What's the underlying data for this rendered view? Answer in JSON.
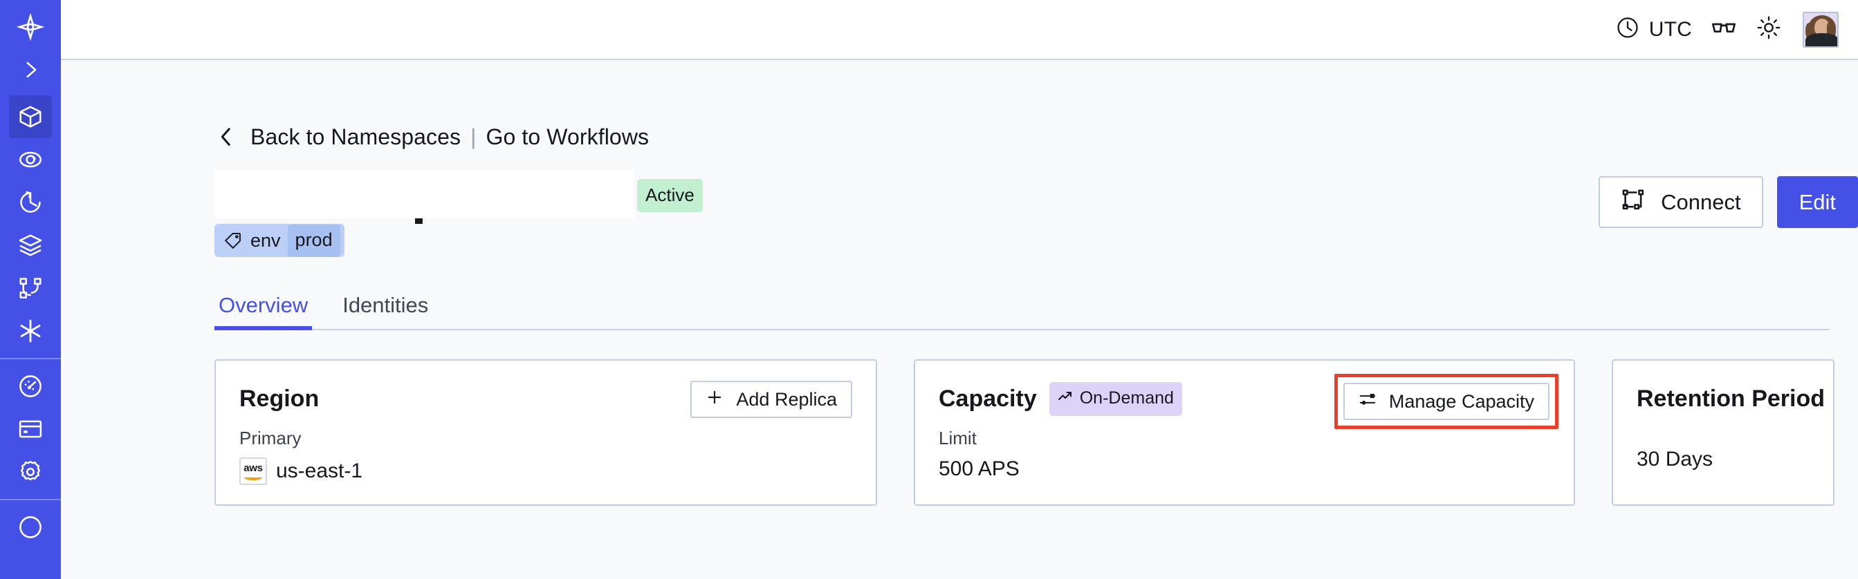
{
  "sidebar": {
    "items": [
      {
        "name": "logo",
        "icon": "temporal-logo-icon",
        "active": false
      },
      {
        "name": "expand",
        "icon": "chevron-right-icon",
        "active": false
      },
      {
        "name": "namespaces",
        "icon": "cube-icon",
        "active": true
      },
      {
        "name": "observability",
        "icon": "eye-icon",
        "active": false
      },
      {
        "name": "schedules",
        "icon": "clock-rewind-icon",
        "active": false
      },
      {
        "name": "stack",
        "icon": "layers-icon",
        "active": false
      },
      {
        "name": "workflows",
        "icon": "git-branch-icon",
        "active": false
      },
      {
        "name": "nexus",
        "icon": "asterisk-icon",
        "active": false
      },
      {
        "name": "usage",
        "icon": "gauge-icon",
        "active": false
      },
      {
        "name": "billing",
        "icon": "credit-card-icon",
        "active": false
      },
      {
        "name": "settings",
        "icon": "gear-icon",
        "active": false
      }
    ]
  },
  "topbar": {
    "timezone_label": "UTC",
    "timezone_icon": "clock-icon",
    "accessibility_icon": "glasses-icon",
    "theme_icon": "sun-icon",
    "avatar_icon": "user-avatar"
  },
  "breadcrumb": {
    "back_icon": "chevron-left-icon",
    "back_label": "Back to Namespaces",
    "separator": "|",
    "forward_label": "Go to Workflows"
  },
  "namespace": {
    "title": "",
    "status_badge": "Active",
    "tag": {
      "icon": "tag-icon",
      "key": "env",
      "value": "prod"
    }
  },
  "actions": {
    "connect_label": "Connect",
    "connect_icon": "connect-flow-icon",
    "edit_label": "Edit"
  },
  "tabs": [
    {
      "label": "Overview",
      "active": true
    },
    {
      "label": "Identities",
      "active": false
    }
  ],
  "cards": {
    "region": {
      "title": "Region",
      "action_label": "Add Replica",
      "action_icon": "plus-icon",
      "sublabel": "Primary",
      "provider_icon": "aws-logo-icon",
      "provider_text": "aws",
      "value": "us-east-1"
    },
    "capacity": {
      "title": "Capacity",
      "badge_label": "On-Demand",
      "badge_icon": "trend-up-icon",
      "action_label": "Manage Capacity",
      "action_icon": "sliders-icon",
      "action_highlighted": true,
      "sublabel": "Limit",
      "value": "500 APS"
    },
    "retention": {
      "title": "Retention Period",
      "value": "30 Days"
    }
  },
  "colors": {
    "brand": "#4550e6",
    "sidebar": "#4550e6",
    "content_bg": "#f7f9fb",
    "card_border": "#c2cde4",
    "badge_active_bg": "#c3efd1",
    "badge_ondemand_bg": "#ddd2f8",
    "tag_bg": "#bcd0f7",
    "tag_value_bg": "#a7c0f2",
    "highlight_ring": "#e8402a"
  }
}
